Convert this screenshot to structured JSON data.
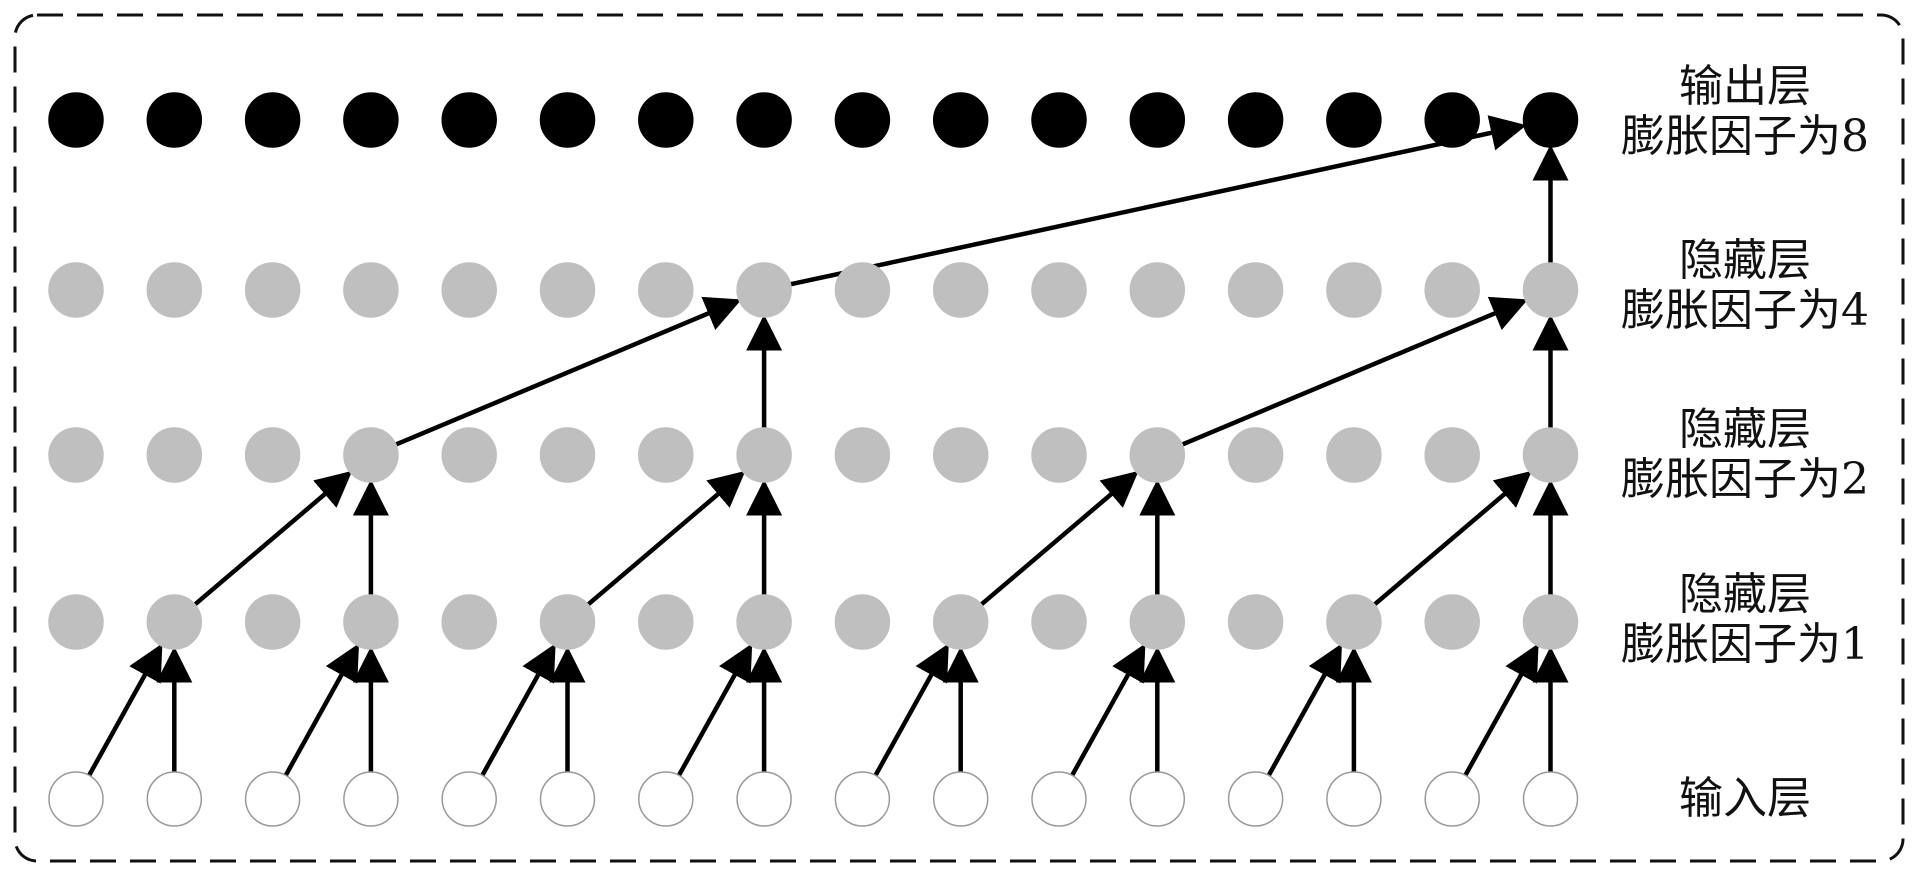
{
  "layers": [
    {
      "id": "output",
      "title": "输出层",
      "subtitle": "膨胀因子为8",
      "dilation": 8,
      "fill": "#000000",
      "stroke": "#000000"
    },
    {
      "id": "hidden4",
      "title": "隐藏层",
      "subtitle": "膨胀因子为4",
      "dilation": 4,
      "fill": "#bfbfbf",
      "stroke": "#bfbfbf"
    },
    {
      "id": "hidden2",
      "title": "隐藏层",
      "subtitle": "膨胀因子为2",
      "dilation": 2,
      "fill": "#bfbfbf",
      "stroke": "#bfbfbf"
    },
    {
      "id": "hidden1",
      "title": "隐藏层",
      "subtitle": "膨胀因子为1",
      "dilation": 1,
      "fill": "#bfbfbf",
      "stroke": "#bfbfbf"
    },
    {
      "id": "input",
      "title": "输入层",
      "subtitle": null,
      "fill": "#ffffff",
      "stroke": "#999999"
    }
  ],
  "nodes_per_layer": 16
}
